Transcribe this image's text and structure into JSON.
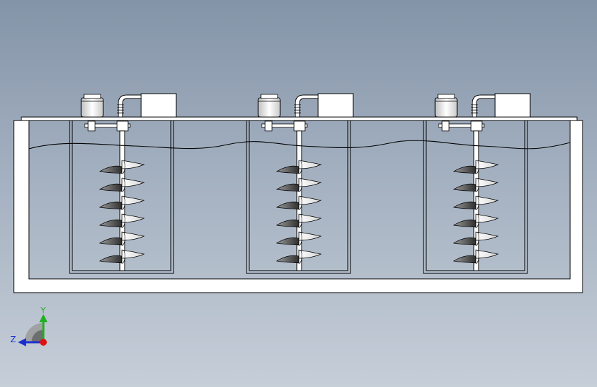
{
  "triad": {
    "y_label": "Y",
    "z_label": "Z",
    "colors": {
      "y": "#1fb01f",
      "z": "#1a2fd0",
      "x": "#e01010"
    }
  },
  "model": {
    "units": [
      "unit-1",
      "unit-2",
      "unit-3"
    ],
    "colors": {
      "outline": "#000000",
      "fill": "#ffffff",
      "blade_shadow": "#3c3c3c"
    }
  }
}
